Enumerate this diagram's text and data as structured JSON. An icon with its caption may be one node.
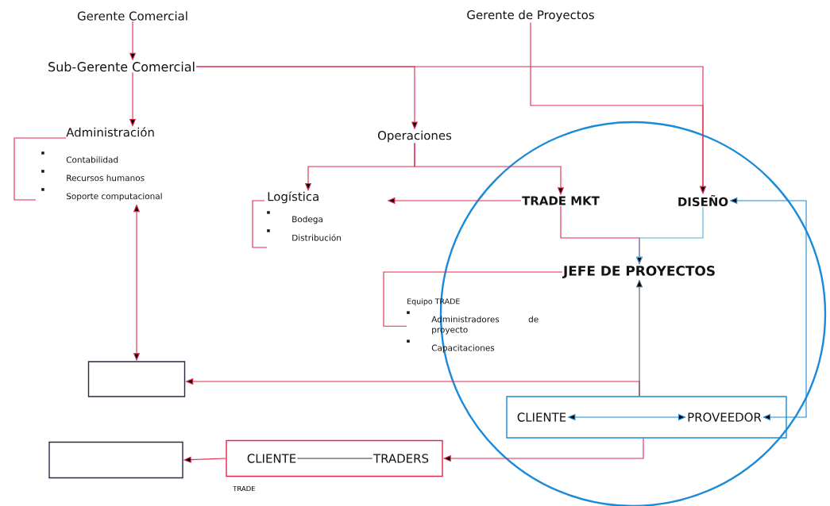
{
  "diagram": {
    "nodes": [
      {
        "text": [
          "Gerente Comercial"
        ]
      },
      {
        "text": [
          "Gerente de Proyectos"
        ]
      },
      {
        "text": [
          "Sub-Gerente Comercial"
        ]
      },
      {
        "text": [
          "Administración",
          "Contabilidad",
          "Recursos humanos",
          "Soporte computacional"
        ]
      },
      {
        "text": [
          "Operaciones"
        ]
      },
      {
        "text": [
          "Logística",
          "Bodega",
          "Distribución"
        ]
      },
      {
        "text": [],
        "shape": "circle"
      },
      {
        "text": [
          "TRADE MKT"
        ],
        "in": 6
      },
      {
        "text": [
          "DISEÑO"
        ],
        "in": 6
      },
      {
        "text": [
          "JEFE DE PROYECTOS"
        ],
        "in": 6
      },
      {
        "text": [
          "Equipo TRADE",
          "Administradores de proyecto",
          "Capacitaciones"
        ]
      },
      {
        "text": [],
        "shape": "box"
      },
      {
        "text": [],
        "shape": "box",
        "in": 6
      },
      {
        "text": [
          "CLIENTE"
        ],
        "in": 12
      },
      {
        "text": [
          "PROVEEDOR"
        ],
        "in": 12
      },
      {
        "text": [],
        "shape": "box"
      },
      {
        "text": [],
        "shape": "box",
        "beside": [
          "TRADE"
        ]
      },
      {
        "text": [
          "CLIENTE"
        ],
        "in": 16
      },
      {
        "text": [
          "TRADERS"
        ],
        "in": 16
      }
    ],
    "edges": [
      {
        "from": 0,
        "to": 2,
        "arrow": "to"
      },
      {
        "from": 2,
        "to": 3,
        "arrow": "to"
      },
      {
        "from": 2,
        "to": 4,
        "arrow": "to"
      },
      {
        "from": 2,
        "to": 8,
        "arrow": "to"
      },
      {
        "from": 1,
        "to": 8,
        "arrow": "to"
      },
      {
        "from": 4,
        "to": 5,
        "arrow": "to"
      },
      {
        "from": 4,
        "to": 7,
        "arrow": "to"
      },
      {
        "from": 7,
        "to": 5,
        "arrow": "to"
      },
      {
        "from": 7,
        "to": 9,
        "arrow": "to"
      },
      {
        "from": 8,
        "to": 9,
        "arrow": "to",
        "color": "#4fb0d8"
      },
      {
        "from": 9,
        "to": 10,
        "arrow": "none"
      },
      {
        "from": 3,
        "to": 11,
        "arrow": "both"
      },
      {
        "from": 12,
        "to": 11,
        "arrow": "to"
      },
      {
        "from": 12,
        "to": 9,
        "arrow": "to",
        "color": "#4d6070"
      },
      {
        "from": 13,
        "to": 14,
        "arrow": "both",
        "color": "#1b8ad8"
      },
      {
        "from": 14,
        "to": 8,
        "arrow": "both",
        "color": "#1b8ad8"
      },
      {
        "from": 12,
        "to": 16,
        "arrow": "to"
      },
      {
        "from": 16,
        "to": 15,
        "arrow": "to"
      },
      {
        "from": 17,
        "to": 18,
        "arrow": "none",
        "color": "#333333"
      }
    ]
  }
}
